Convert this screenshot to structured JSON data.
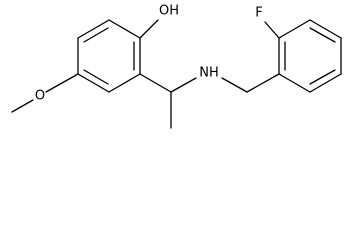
{
  "molecule": {
    "atom_labels": {
      "hydroxyl": "OH",
      "methoxy_oxygen": "O",
      "amine": "NH",
      "fluorine": "F"
    },
    "style": {
      "bond_color": "#000000",
      "label_color": "#000000",
      "background": "#ffffff"
    }
  }
}
